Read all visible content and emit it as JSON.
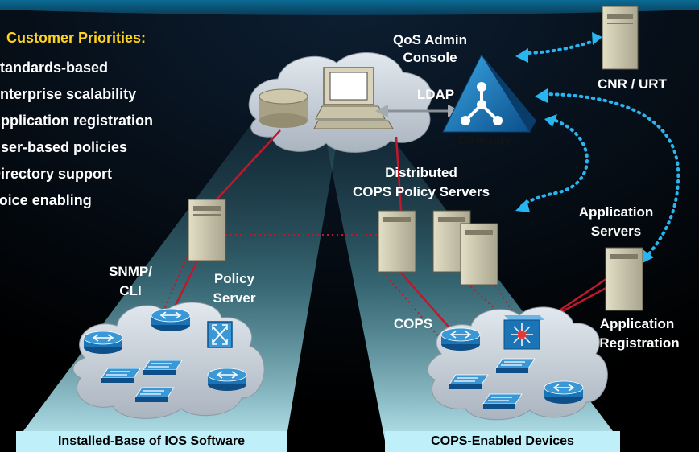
{
  "priorities": {
    "title": "Customer Priorities:",
    "items": [
      "Standards-based",
      "Enterprise scalability",
      "Application registration",
      "User-based policies",
      "Directory support",
      "Voice enabling"
    ]
  },
  "labels": {
    "qos_admin": "QoS Admin",
    "console": "Console",
    "ldap": "LDAP",
    "directory": "Directory",
    "cnr_urt": "CNR / URT",
    "distributed": "Distributed",
    "cops_policy_servers": "COPS Policy Servers",
    "application": "Application",
    "servers": "Servers",
    "snmp": "SNMP/",
    "cli": "CLI",
    "policy": "Policy",
    "server": "Server",
    "cops": "COPS",
    "app_registration_1": "Application",
    "app_registration_2": "Registration"
  },
  "banners": {
    "left": "Installed-Base of IOS Software",
    "right": "COPS-Enabled Devices"
  },
  "colors": {
    "priority_title": "#ffd21f",
    "beam": "#bfeff8",
    "cloud": "#c8cfd6",
    "link_red": "#c0182a",
    "link_blue": "#29b6f0",
    "device_blue": "#1a74b6"
  }
}
